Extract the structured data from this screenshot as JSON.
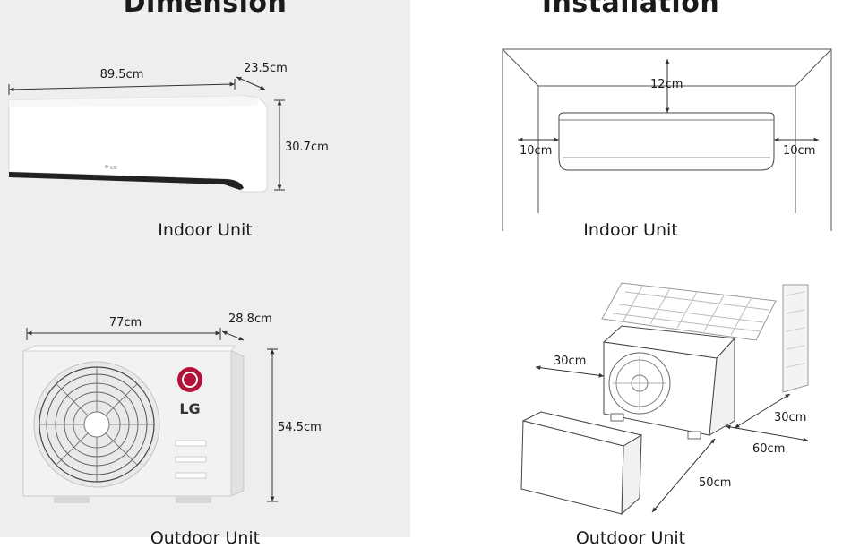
{
  "dimension": {
    "title": "Dimension",
    "indoor": {
      "width": "89.5cm",
      "depth": "23.5cm",
      "height": "30.7cm",
      "caption": "Indoor Unit"
    },
    "outdoor": {
      "width": "77cm",
      "depth": "28.8cm",
      "height": "54.5cm",
      "caption": "Outdoor Unit",
      "brand": "LG"
    }
  },
  "installation": {
    "title": "Installation",
    "indoor": {
      "top": "12cm",
      "left": "10cm",
      "right": "10cm",
      "caption": "Indoor Unit"
    },
    "outdoor": {
      "left": "30cm",
      "back": "30cm",
      "side": "60cm",
      "front": "50cm",
      "caption": "Outdoor Unit"
    }
  },
  "colors": {
    "left_bg": "#eeeeee",
    "right_bg": "#ffffff",
    "brand_red": "#b5123a"
  }
}
